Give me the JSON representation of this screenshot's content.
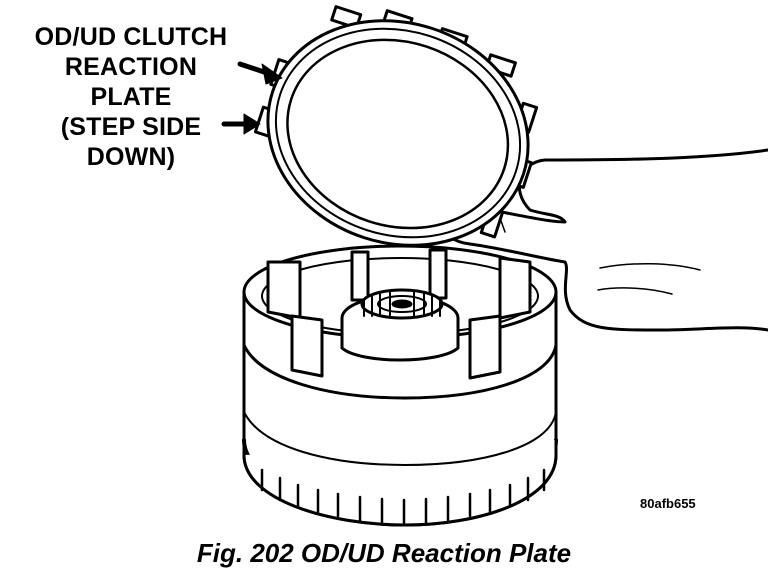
{
  "callout": {
    "line1": "OD/UD CLUTCH",
    "line2": "REACTION",
    "line3": "PLATE",
    "line4": "(STEP SIDE",
    "line5": "DOWN)"
  },
  "figure_code": "80afb655",
  "caption": "Fig. 202 OD/UD Reaction Plate"
}
